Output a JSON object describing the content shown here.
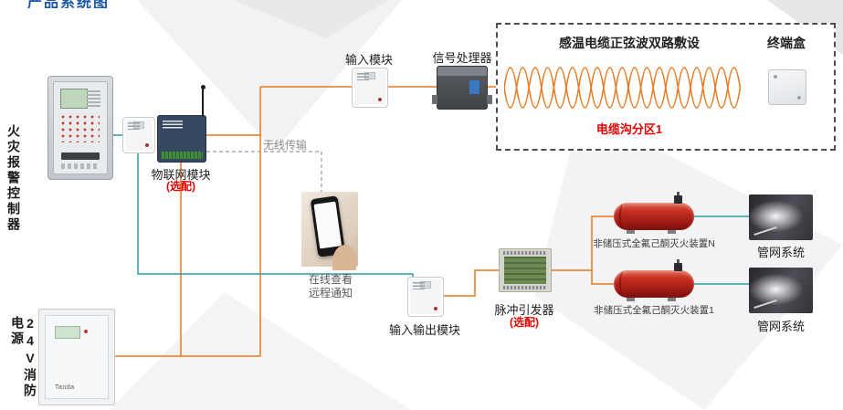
{
  "page": {
    "clipped_title": "产品系统图"
  },
  "palette": {
    "orange": "#E8791F",
    "teal": "#2E9BA6",
    "red": "#E60000",
    "blue": "#1B57A6"
  },
  "nodes": {
    "controller": {
      "label": "火灾报警控制器"
    },
    "power": {
      "label": "24V消防电源",
      "brand": "Tanda"
    },
    "iot": {
      "label": "物联网模块",
      "optional": "(选配)"
    },
    "input_module": {
      "label": "输入模块"
    },
    "signal_processor": {
      "label": "信号处理器"
    },
    "cable_zone": {
      "title": "感温电缆正弦波双路敷设",
      "terminal_box": "终端盒",
      "zone": "电缆沟分区1"
    },
    "wireless": {
      "label": "无线传输"
    },
    "phone": {
      "caption1": "在线查看",
      "caption2": "远程通知"
    },
    "io_module": {
      "label": "输入输出模块"
    },
    "pulse": {
      "label": "脉冲引发器",
      "optional": "(选配)"
    },
    "tank_n": {
      "label": "非储压式全氟己酮灭火装置N"
    },
    "tank_1": {
      "label": "非储压式全氟己酮灭火装置1"
    },
    "pipe_top": {
      "label": "管网系统"
    },
    "pipe_bottom": {
      "label": "管网系统"
    }
  }
}
